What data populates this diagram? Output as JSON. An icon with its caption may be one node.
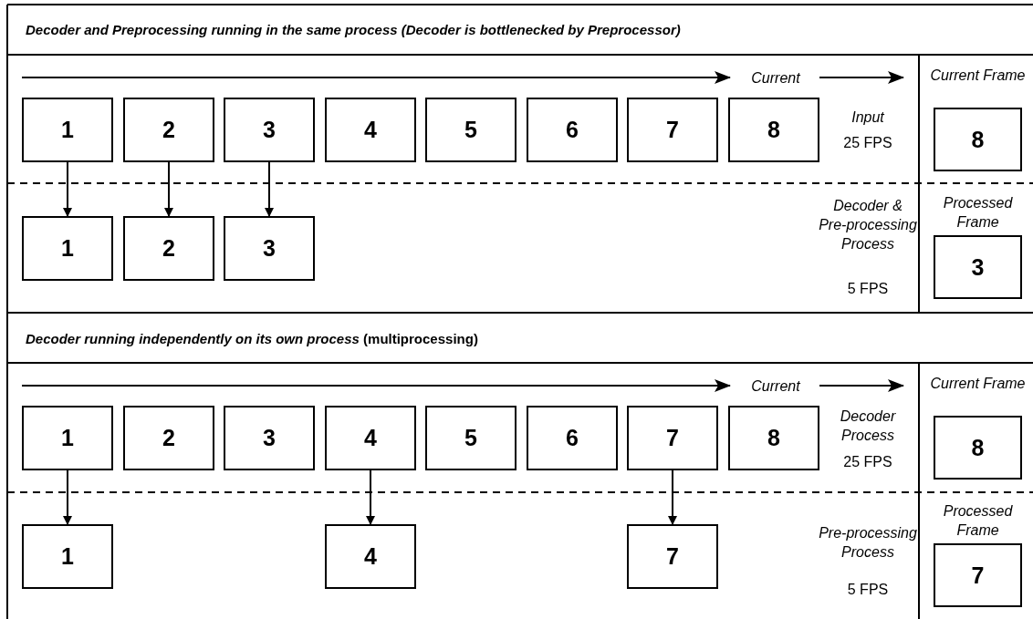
{
  "diagram": {
    "nodes": [
      {
        "text": [
          "1"
        ]
      },
      {
        "text": [
          "2"
        ]
      },
      {
        "text": [
          "3"
        ]
      },
      {
        "text": [
          "4"
        ]
      },
      {
        "text": [
          "5"
        ]
      },
      {
        "text": [
          "6"
        ]
      },
      {
        "text": [
          "7"
        ]
      },
      {
        "text": [
          "8"
        ]
      },
      {
        "text": [
          "1"
        ]
      },
      {
        "text": [
          "2"
        ]
      },
      {
        "text": [
          "3"
        ]
      },
      {
        "text": [
          "8"
        ],
        "beside": [
          "Current Frame"
        ]
      },
      {
        "text": [
          "3"
        ],
        "beside": [
          "Processed Frame"
        ]
      },
      {
        "text": [
          "1"
        ]
      },
      {
        "text": [
          "2"
        ]
      },
      {
        "text": [
          "3"
        ]
      },
      {
        "text": [
          "4"
        ]
      },
      {
        "text": [
          "5"
        ]
      },
      {
        "text": [
          "6"
        ]
      },
      {
        "text": [
          "7"
        ]
      },
      {
        "text": [
          "8"
        ]
      },
      {
        "text": [
          "1"
        ]
      },
      {
        "text": [
          "4"
        ]
      },
      {
        "text": [
          "7"
        ]
      },
      {
        "text": [
          "8"
        ],
        "beside": [
          "Current Frame"
        ]
      },
      {
        "text": [
          "7"
        ],
        "beside": [
          "Processed Frame"
        ]
      }
    ],
    "edges": [
      {
        "from": 0,
        "to": 8,
        "arrow": "to"
      },
      {
        "from": 1,
        "to": 9,
        "arrow": "to"
      },
      {
        "from": 2,
        "to": 10,
        "arrow": "to"
      },
      {
        "from": 13,
        "to": 21,
        "arrow": "to"
      },
      {
        "from": 16,
        "to": 22,
        "arrow": "to"
      },
      {
        "from": 19,
        "to": 23,
        "arrow": "to"
      }
    ],
    "labels": [
      "Decoder and Preprocessing running in the same process (Decoder is bottlenecked by Preprocessor)",
      "Current",
      "Input",
      "25 FPS",
      "Decoder & Pre-processing Process",
      "5 FPS",
      "*Decoder running independently on its own process* (multiprocessing)",
      "Current",
      "Decoder Process",
      "25 FPS",
      "Pre-processing Process",
      "5 FPS"
    ]
  }
}
